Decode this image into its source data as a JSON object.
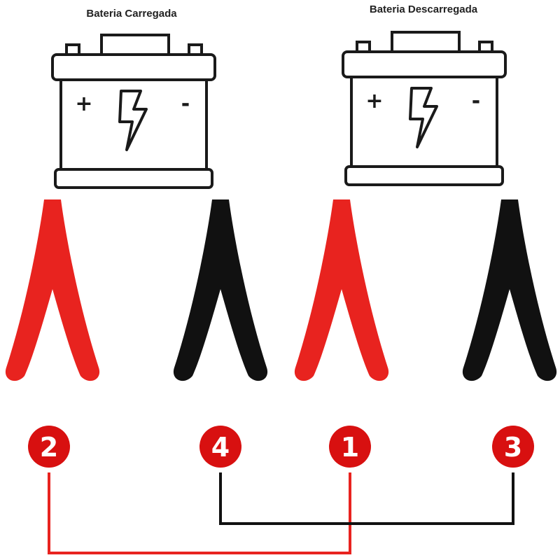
{
  "batteries": [
    {
      "label": "Bateria Carregada",
      "plus": "+",
      "minus": "-"
    },
    {
      "label": "Bateria Descarregada",
      "plus": "+",
      "minus": "-"
    }
  ],
  "clamps": [
    {
      "polarity": "positive",
      "color": "#e8231f"
    },
    {
      "polarity": "negative",
      "color": "#111111"
    },
    {
      "polarity": "positive",
      "color": "#e8231f"
    },
    {
      "polarity": "negative",
      "color": "#111111"
    }
  ],
  "steps": [
    "2",
    "4",
    "1",
    "3"
  ],
  "colors": {
    "positive": "#e8231f",
    "negative": "#111111",
    "badge": "#d81010",
    "outline": "#1a1a1a"
  },
  "icons": [
    "lightning-bolt-icon",
    "battery-icon",
    "clamp-icon"
  ]
}
